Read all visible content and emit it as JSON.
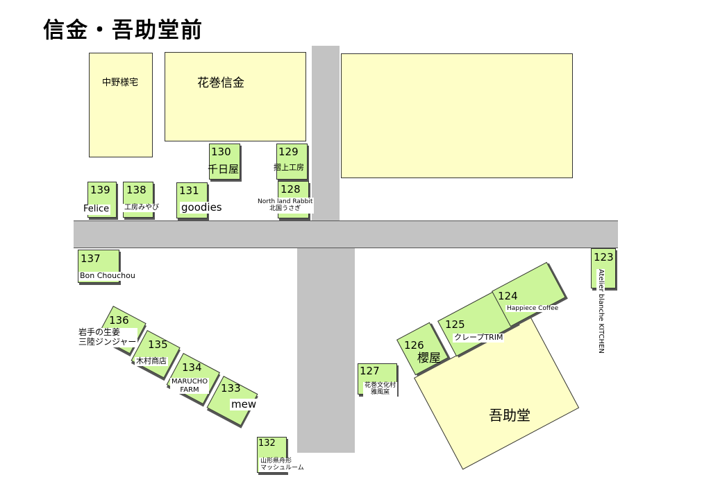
{
  "title": "信金・吾助堂前",
  "buildings": {
    "nakano": "中野様宅",
    "hanamaki_shinkin": "花巻信金",
    "gosukedo": "吾助堂"
  },
  "stalls": {
    "s123": {
      "num": "123",
      "label": "Atelier blanche KITCHEN"
    },
    "s124": {
      "num": "124",
      "label": "Happiece Coffee"
    },
    "s125": {
      "num": "125",
      "label": "クレープTRIM"
    },
    "s126": {
      "num": "126",
      "label": "櫻屋"
    },
    "s127": {
      "num": "127",
      "line1": "花巻文化村",
      "line2": "雅風窯"
    },
    "s128": {
      "num": "128",
      "line1": "North land Rabbit",
      "line2": "北国うさぎ"
    },
    "s129": {
      "num": "129",
      "label": "摺上工房"
    },
    "s130": {
      "num": "130",
      "label": "千日屋"
    },
    "s131": {
      "num": "131",
      "label": "goodies"
    },
    "s132": {
      "num": "132",
      "line1": "山形県舟形",
      "line2": "マッシュルーム"
    },
    "s133": {
      "num": "133",
      "label": "mew"
    },
    "s134": {
      "num": "134",
      "line1": "MARUCHO",
      "line2": "FARM"
    },
    "s135": {
      "num": "135",
      "label": "木村商店"
    },
    "s136": {
      "num": "136",
      "line1": "岩手の生姜",
      "line2": "三陸ジンジャー"
    },
    "s137": {
      "num": "137",
      "label": "Bon Chouchou"
    },
    "s138": {
      "num": "138",
      "label": "工房みやび"
    },
    "s139": {
      "num": "139",
      "label": "Felice"
    }
  },
  "colors": {
    "road": "#c3c3c3",
    "building": "#fefec7",
    "stall": "#ccf59a"
  }
}
